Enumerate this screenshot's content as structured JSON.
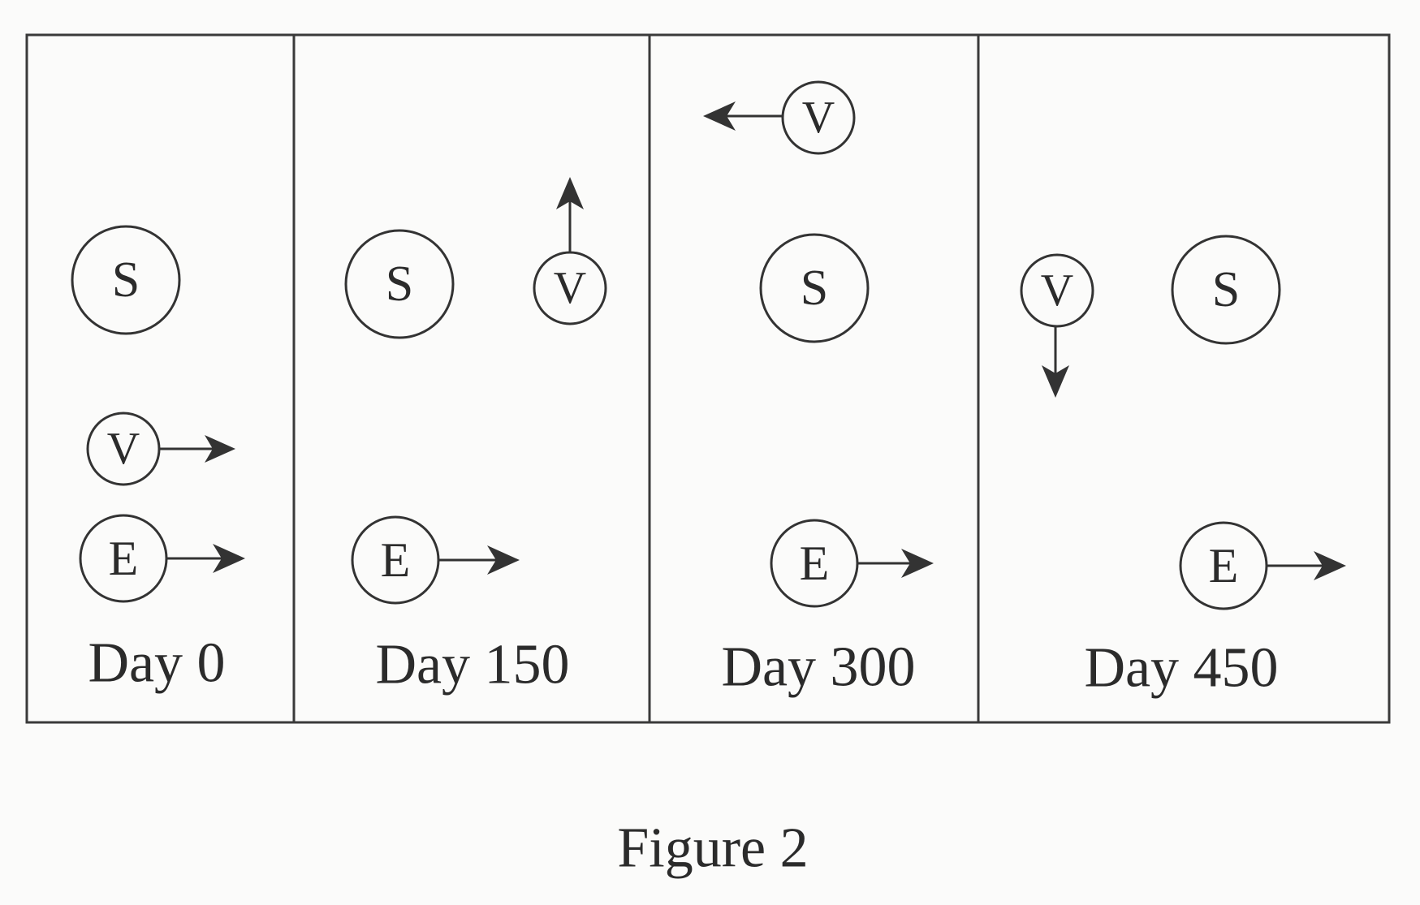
{
  "figure": {
    "caption": "Figure 2",
    "panels": [
      {
        "day_label": "Day 0",
        "bodies": [
          {
            "letter": "S",
            "role": "sun"
          },
          {
            "letter": "V",
            "role": "venus",
            "arrow": "right"
          },
          {
            "letter": "E",
            "role": "earth",
            "arrow": "right"
          }
        ]
      },
      {
        "day_label": "Day 150",
        "bodies": [
          {
            "letter": "S",
            "role": "sun"
          },
          {
            "letter": "V",
            "role": "venus",
            "arrow": "up"
          },
          {
            "letter": "E",
            "role": "earth",
            "arrow": "right"
          }
        ]
      },
      {
        "day_label": "Day 300",
        "bodies": [
          {
            "letter": "S",
            "role": "sun"
          },
          {
            "letter": "V",
            "role": "venus",
            "arrow": "left"
          },
          {
            "letter": "E",
            "role": "earth",
            "arrow": "right"
          }
        ]
      },
      {
        "day_label": "Day 450",
        "bodies": [
          {
            "letter": "S",
            "role": "sun"
          },
          {
            "letter": "V",
            "role": "venus",
            "arrow": "down"
          },
          {
            "letter": "E",
            "role": "earth",
            "arrow": "right"
          }
        ]
      }
    ]
  }
}
